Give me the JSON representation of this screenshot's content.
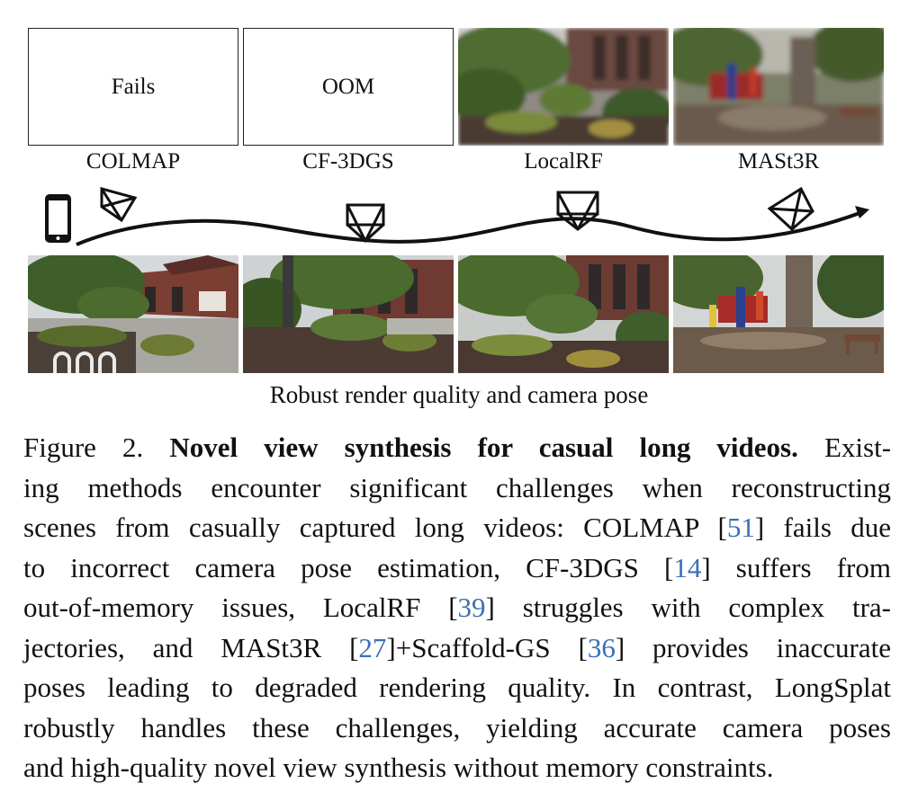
{
  "top_row": {
    "placeholders": [
      {
        "method": "COLMAP",
        "status": "Fails"
      },
      {
        "method": "CF-3DGS",
        "status": "OOM"
      }
    ],
    "methods": [
      "COLMAP",
      "CF-3DGS",
      "LocalRF",
      "MASt3R"
    ]
  },
  "trajectory_caption": "Robust render quality and camera pose",
  "caption": {
    "figure_label": "Figure 2.",
    "title": "Novel view synthesis for casual long videos.",
    "lines": [
      [
        "Exist-"
      ],
      [
        "ing methods encounter significant challenges when reconstructing"
      ],
      [
        "scenes from casually captured long videos: COLMAP [",
        "51",
        "] fails due"
      ],
      [
        "to incorrect camera pose estimation, CF-3DGS [",
        "14",
        "] suffers from"
      ],
      [
        "out-of-memory issues, LocalRF [",
        "39",
        "] struggles with complex tra-"
      ],
      [
        "jectories, and MASt3R [",
        "27",
        "]+Scaffold-GS [",
        "36",
        "] provides inaccurate"
      ],
      [
        "poses leading to degraded rendering quality. In contrast, LongSplat"
      ],
      [
        "robustly handles these challenges, yielding accurate camera poses"
      ],
      [
        "and high-quality novel view synthesis without memory constraints."
      ]
    ]
  },
  "colors": {
    "reference_link": "#3b6fb6"
  }
}
